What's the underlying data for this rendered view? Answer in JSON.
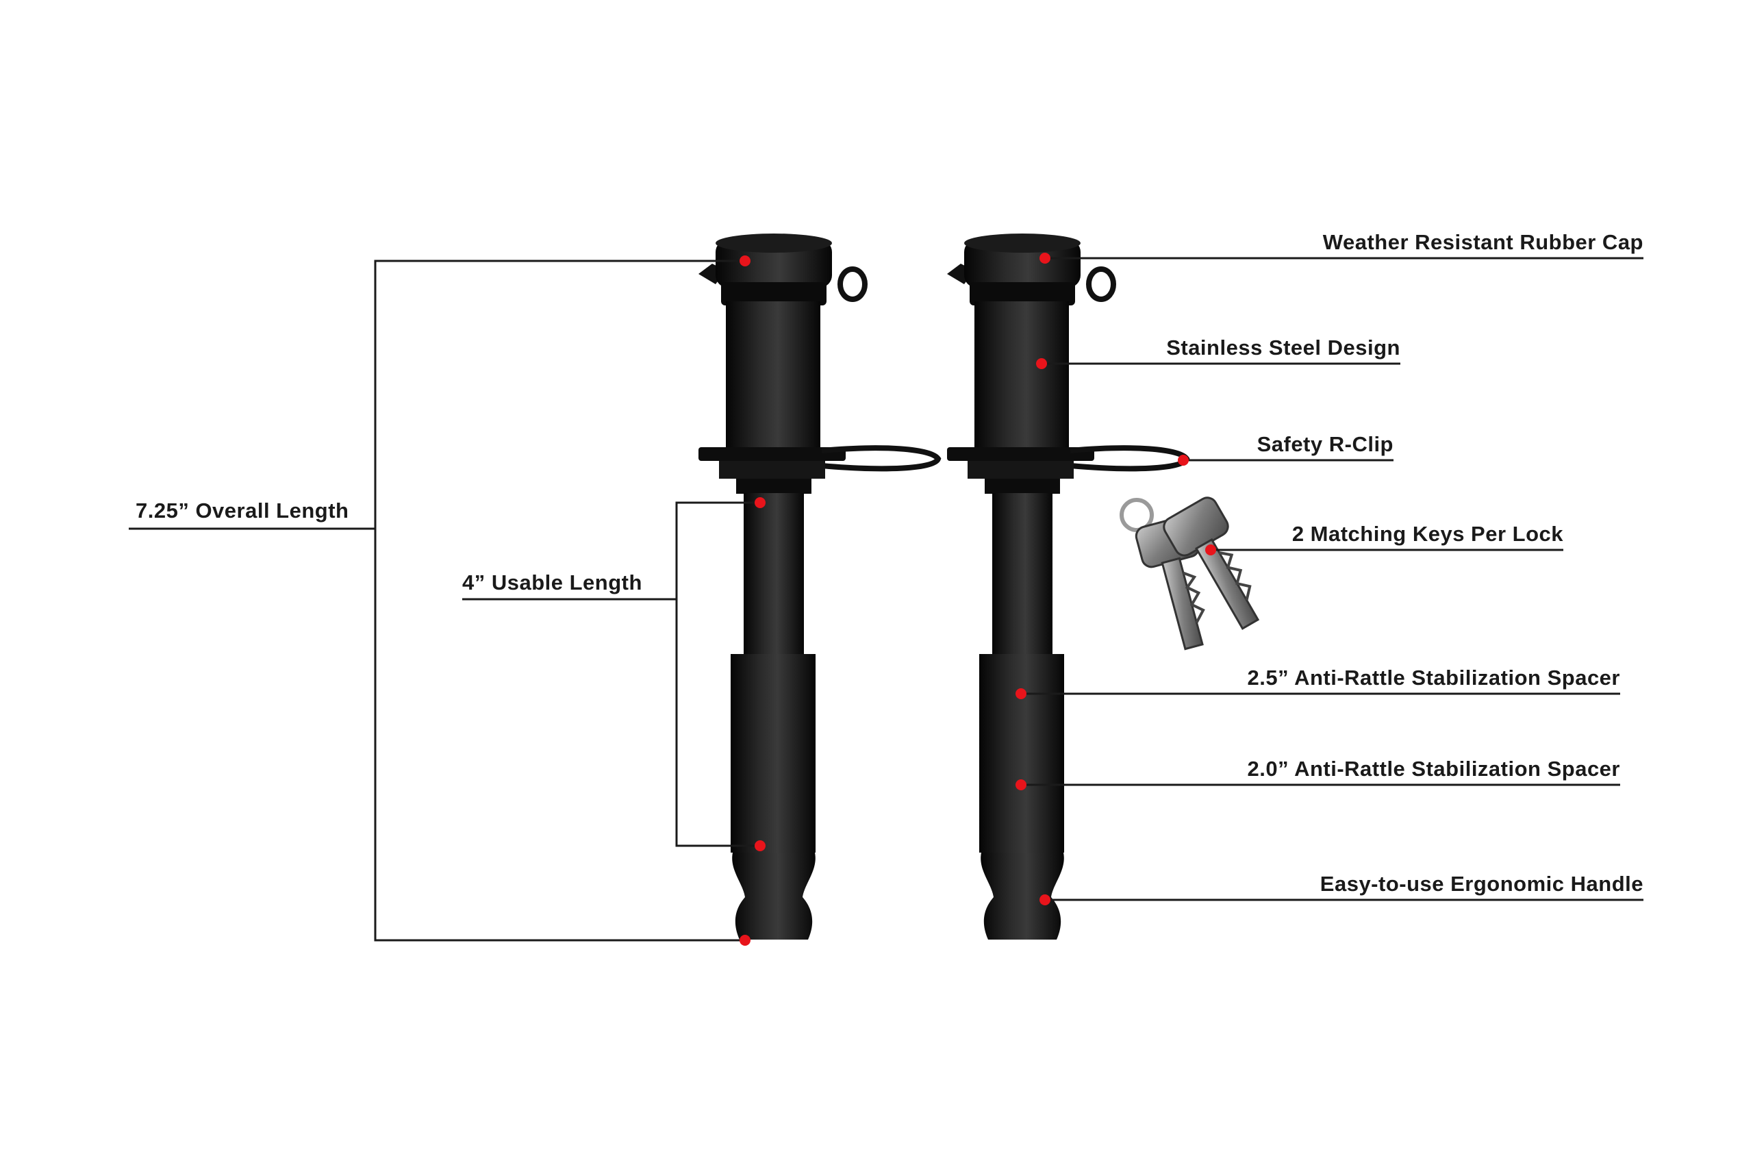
{
  "colors": {
    "background": "#ffffff",
    "product": "#101010",
    "callout_dot": "#e8141b",
    "leader_line": "#1a1a1a",
    "key_metal": "#8c8c8c"
  },
  "dimensions": {
    "overall_length": "7.25” Overall Length",
    "usable_length": "4” Usable Length"
  },
  "callouts": [
    {
      "id": "rubber-cap",
      "text": "Weather Resistant Rubber Cap"
    },
    {
      "id": "stainless-steel",
      "text": "Stainless Steel Design"
    },
    {
      "id": "r-clip",
      "text": "Safety R-Clip"
    },
    {
      "id": "keys",
      "text": "2 Matching Keys Per Lock"
    },
    {
      "id": "spacer-25",
      "text": "2.5” Anti-Rattle Stabilization Spacer"
    },
    {
      "id": "spacer-20",
      "text": "2.0” Anti-Rattle Stabilization Spacer"
    },
    {
      "id": "handle",
      "text": "Easy-to-use Ergonomic Handle"
    }
  ]
}
